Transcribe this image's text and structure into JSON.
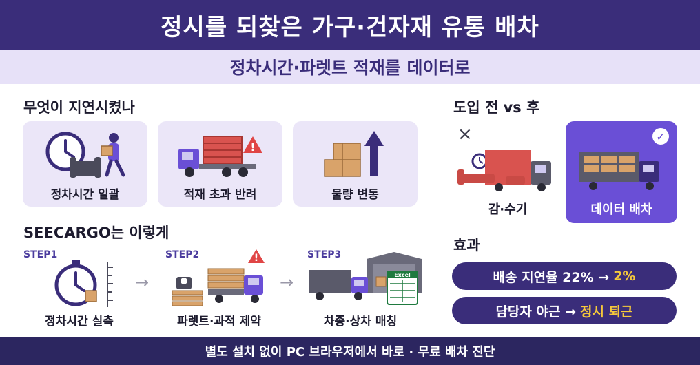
{
  "header": {
    "title": "정시를 되찾은 가구·건자재 유통 배차"
  },
  "subheader": {
    "title": "정차시간·파렛트 적재를 데이터로"
  },
  "causes": {
    "title": "무엇이 지연시켰나",
    "items": [
      {
        "label": "정차시간 일괄",
        "icon": "clock-furniture-mover-icon"
      },
      {
        "label": "적재 초과 반려",
        "icon": "overloaded-truck-warning-icon"
      },
      {
        "label": "물량 변동",
        "icon": "boxes-rising-arrow-icon"
      }
    ]
  },
  "steps": {
    "title": "SEECARGO는 이렇게",
    "items": [
      {
        "step": "STEP1",
        "label": "정차시간 실측",
        "icon": "stopwatch-ruler-icon"
      },
      {
        "step": "STEP2",
        "label": "파렛트·과적 제약",
        "icon": "pallet-scale-truck-icon"
      },
      {
        "step": "STEP3",
        "label": "차종·상차 매칭",
        "icon": "truck-warehouse-excel-icon"
      }
    ],
    "arrow": "→",
    "excel_text": "Excel"
  },
  "compare": {
    "title": "도입 전 vs 후",
    "before_mark": "×",
    "before_label": "감·수기",
    "after_mark": "✓",
    "after_label": "데이터 배차"
  },
  "effects": {
    "title": "효과",
    "items": [
      {
        "prefix": "배송 지연율 22% →",
        "highlight": "2%"
      },
      {
        "prefix": "담당자 야근 →",
        "highlight": "정시 퇴근"
      }
    ]
  },
  "footer": {
    "text": "별도 설치 없이 PC 브라우저에서 바로 · 무료 배차 진단"
  },
  "colors": {
    "primary": "#3a2d7a",
    "accent": "#6a4fd6",
    "highlight": "#f6c93b",
    "card_bg": "#ebe6f8",
    "warning": "#e04545",
    "truck_red": "#d9534f"
  }
}
